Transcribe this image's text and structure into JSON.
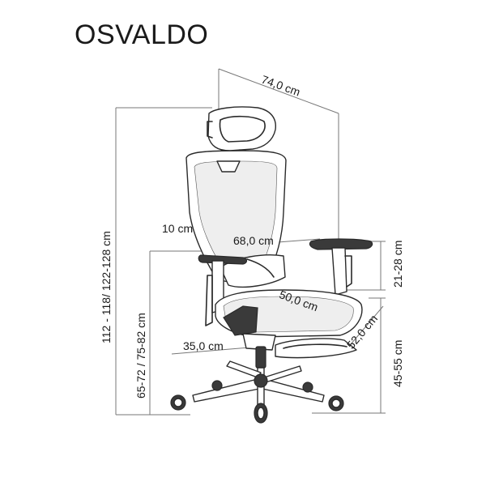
{
  "title": "OSVALDO",
  "dimensions": {
    "depth": "74,0 cm",
    "total_height": "112 - 118/ 122-128 cm",
    "headrest_offset": "10 cm",
    "width": "68,0 cm",
    "armrest_height": "65-72 / 75-82 cm",
    "armrest_adjust": "21-28 cm",
    "seat_width": "50,0 cm",
    "seat_depth": "52,0 cm",
    "base_radius": "35,0 cm",
    "seat_height": "45-55 cm"
  },
  "colors": {
    "line": "#2a2a2a",
    "dimension": "#777777",
    "background": "#ffffff"
  }
}
